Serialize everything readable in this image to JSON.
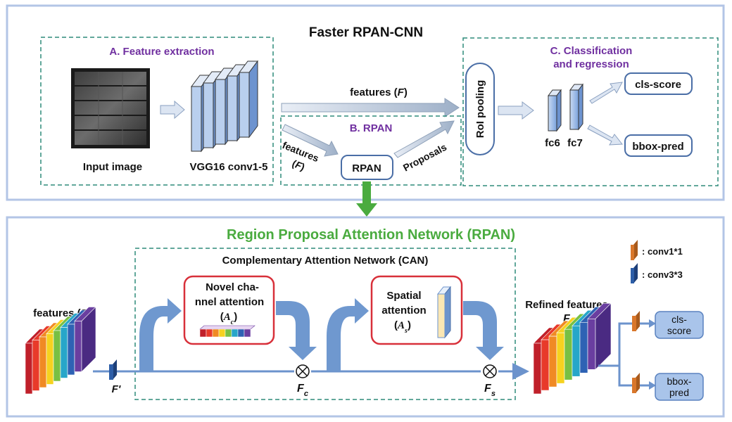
{
  "top": {
    "title": "Faster RPAN-CNN",
    "section_a": "A. Feature extraction",
    "input_label": "Input image",
    "vgg_label": "VGG16 conv1-5",
    "features_top": [
      "features (",
      "F",
      ")"
    ],
    "section_b": "B. RPAN",
    "features_left_line1": "features",
    "features_left_line2": [
      "(",
      "F",
      ")"
    ],
    "rpan_box": "RPAN",
    "proposals": "Proposals",
    "section_c_line1": "C. Classification",
    "section_c_line2": "and regression",
    "roi_pooling": "RoI pooling",
    "fc6": "fc6",
    "fc7": "fc7",
    "cls_score": "cls-score",
    "bbox_pred": "bbox-pred"
  },
  "bottom": {
    "title": "Region Proposal Attention Network (RPAN)",
    "can_title": "Complementary Attention Network (CAN)",
    "legend": [
      {
        "label": ": conv1*1",
        "color": "#d9772b"
      },
      {
        "label": ": conv3*3",
        "color": "#2d5ea8"
      }
    ],
    "features_label": [
      "features (",
      "F",
      ")"
    ],
    "f_prime": "F'",
    "channel_line1": "Novel cha-",
    "channel_line2": "nnel attention",
    "channel_sym": [
      "(",
      "A",
      "c",
      ")"
    ],
    "spatial_line1": "Spatial",
    "spatial_line2": "attention",
    "spatial_sym": [
      "(",
      "A",
      "s",
      ")"
    ],
    "fc_label": [
      "F",
      "c"
    ],
    "fs_label": [
      "F",
      "s"
    ],
    "refined_label": "Refined features",
    "refined_fs": [
      "F",
      "s"
    ],
    "out_cls": [
      "cls-",
      "score"
    ],
    "out_bbox": [
      "bbox-",
      "pred"
    ]
  },
  "colors": {
    "frame": "#b3c5e6",
    "dashed": "#2e8b7a",
    "purple": "#7030a0",
    "green": "#4aab3f",
    "arrow_blue": "#6c93cc",
    "red": "#d8303a",
    "rainbow": [
      "#c0202a",
      "#e83a2a",
      "#f08a24",
      "#f6d21f",
      "#78c043",
      "#27a6c9",
      "#2e62b4",
      "#6a3ea0"
    ]
  }
}
